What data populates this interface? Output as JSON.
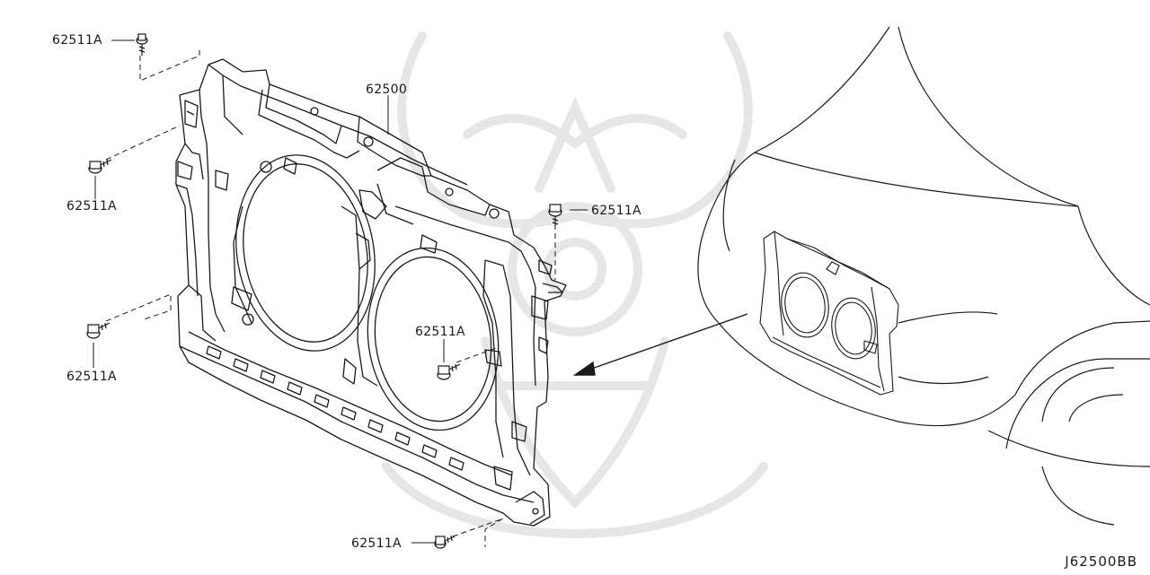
{
  "diagram": {
    "main_part_label": "62500",
    "bolt_label": "62511A",
    "diagram_code": "J62500BB"
  },
  "colors": {
    "line": "#1a1a1a",
    "watermark": "#e6e6e6",
    "background": "#ffffff"
  }
}
